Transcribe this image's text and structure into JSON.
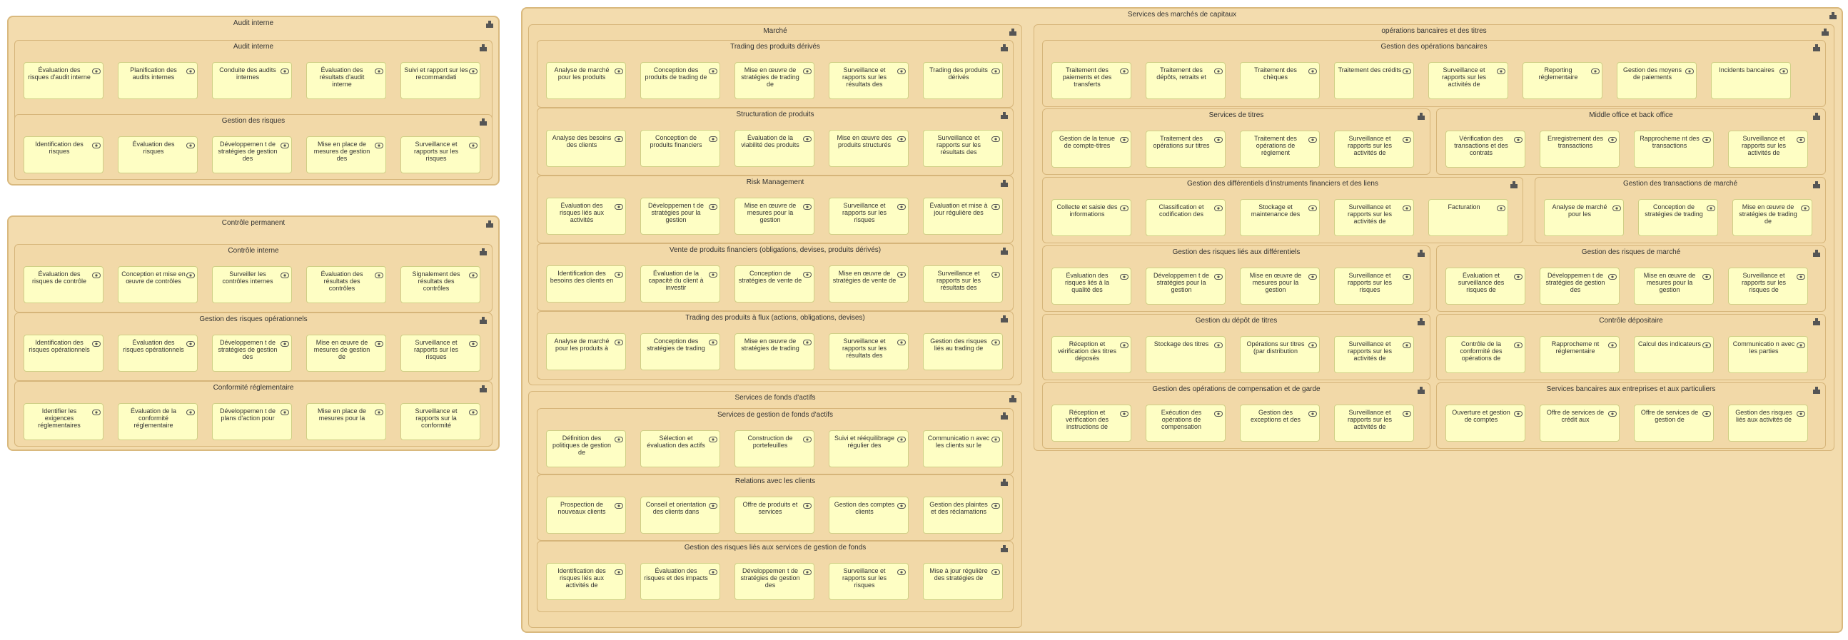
{
  "icons": {
    "group": "building-block-icon",
    "capability": "capability-icon"
  },
  "colors": {
    "group_fill": "#f3dcae",
    "group_border": "#d9b97e",
    "capability_fill": "#fefec4"
  },
  "groups": [
    {
      "id": "audit_interne",
      "title": "Audit interne"
    },
    {
      "id": "audit_interne_inner",
      "title": "Audit interne",
      "items": [
        "Évaluation des risques d'audit interne",
        "Planification des audits internes",
        "Conduite des audits internes",
        "Évaluation des résultats d'audit interne",
        "Suivi et rapport sur les recommandati"
      ]
    },
    {
      "id": "gestion_risques",
      "title": "Gestion des risques",
      "items": [
        "Identification des risques",
        "Évaluation des risques",
        "Développemen t de stratégies de gestion des",
        "Mise en place de mesures de gestion des",
        "Surveillance et rapports sur les risques"
      ]
    },
    {
      "id": "controle_permanent",
      "title": "Contrôle permanent"
    },
    {
      "id": "controle_interne",
      "title": "Contrôle interne",
      "items": [
        "Évaluation des risques de contrôle",
        "Conception et mise en œuvre de contrôles",
        "Surveiller les contrôles internes",
        "Évaluation des résultats des contrôles",
        "Signalement des résultats des contrôles"
      ]
    },
    {
      "id": "risques_operationnels",
      "title": "Gestion des risques opérationnels",
      "items": [
        "Identification des risques opérationnels",
        "Évaluation des risques opérationnels",
        "Développemen t de stratégies de gestion des",
        "Mise en œuvre de mesures de gestion de",
        "Surveillance et rapports sur les risques"
      ]
    },
    {
      "id": "conformite",
      "title": "Conformité réglementaire",
      "items": [
        "Identifier les exigences réglementaires",
        "Évaluation de la conformité réglementaire",
        "Développemen t de plans d'action pour",
        "Mise en place de mesures pour la",
        "Surveillance et rapports sur la conformité"
      ]
    },
    {
      "id": "services_marche",
      "title": "Services des marchés de capitaux"
    },
    {
      "id": "marche",
      "title": "Marché"
    },
    {
      "id": "trading_derives",
      "title": "Trading des produits dérivés",
      "items": [
        "Analyse de marché pour les produits",
        "Conception des produits de trading de",
        "Mise en œuvre de stratégies de trading de",
        "Surveillance et rapports sur les résultats des",
        "Trading des produits dérivés"
      ]
    },
    {
      "id": "structuration",
      "title": "Structuration de produits",
      "items": [
        "Analyse des besoins des clients",
        "Conception de produits financiers",
        "Évaluation de la viabilité des produits",
        "Mise en œuvre des produits structurés",
        "Surveillance et rapports sur les résultats des"
      ]
    },
    {
      "id": "risk_management",
      "title": "Risk Management",
      "items": [
        "Évaluation des risques liés aux activités",
        "Développemen t de stratégies pour la gestion",
        "Mise en œuvre de mesures pour la gestion",
        "Surveillance et rapports sur les risques",
        "Évaluation et mise à jour régulière des"
      ]
    },
    {
      "id": "vente_produits",
      "title": "Vente de produits financiers (obligations, devises, produits dérivés)",
      "items": [
        "Identification des besoins des clients en",
        "Évaluation de la capacité du client à investir",
        "Conception de stratégies de vente de",
        "Mise en œuvre de stratégies de vente de",
        "Surveillance et rapports sur les résultats des"
      ]
    },
    {
      "id": "trading_flux",
      "title": "Trading des produits à flux (actions, obligations, devises)",
      "items": [
        "Analyse de marché pour les produits à",
        "Conception des stratégies de trading",
        "Mise en œuvre de stratégies de trading",
        "Surveillance et rapports sur les résultats des",
        "Gestion des risques liés au trading de"
      ]
    },
    {
      "id": "fonds_actifs",
      "title": "Services de fonds d'actifs"
    },
    {
      "id": "gestion_fonds",
      "title": "Services de gestion de fonds d'actifs",
      "items": [
        "Définition des politiques de gestion de",
        "Sélection et évaluation des actifs",
        "Construction de portefeuilles",
        "Suivi et rééquilibrage régulier des",
        "Communicatio n avec les clients sur le"
      ]
    },
    {
      "id": "relations_clients",
      "title": "Relations avec les clients",
      "items": [
        "Prospection de nouveaux clients",
        "Conseil et orientation des clients dans",
        "Offre de produits et services",
        "Gestion des comptes clients",
        "Gestion des plaintes et des réclamations"
      ]
    },
    {
      "id": "risques_fonds",
      "title": "Gestion des risques liés aux services de gestion de fonds",
      "items": [
        "Identification des risques liés aux activités de",
        "Évaluation des risques et des impacts",
        "Développemen t de stratégies de gestion des",
        "Surveillance et rapports sur les risques",
        "Mise à jour régulière des stratégies de"
      ]
    },
    {
      "id": "ops_bancaires_titres",
      "title": "opérations bancaires et des titres"
    },
    {
      "id": "gestion_ops_bancaires",
      "title": "Gestion des opérations bancaires",
      "items": [
        "Traitement des paiements et des transferts",
        "Traitement des dépôts, retraits et",
        "Traitement des chèques",
        "Traitement des crédits",
        "Surveillance et rapports sur les activités de",
        "Reporting réglementaire",
        "Gestion des moyens de paiements",
        "Incidents bancaires"
      ]
    },
    {
      "id": "services_titres",
      "title": "Services de titres",
      "items": [
        "Gestion de la tenue de compte-titres",
        "Traitement des opérations sur titres",
        "Traitement des opérations de règlement",
        "Surveillance et rapports sur les activités de"
      ]
    },
    {
      "id": "middle_back",
      "title": "Middle office et back office",
      "items": [
        "Vérification des transactions et des contrats",
        "Enregistrement des transactions",
        "Rapprocheme nt des transactions",
        "Surveillance et rapports sur les activités de"
      ]
    },
    {
      "id": "differentiels",
      "title": "Gestion des différentiels d'instruments financiers et des liens",
      "items": [
        "Collecte et saisie des informations",
        "Classification et codification des",
        "Stockage et maintenance des",
        "Surveillance et rapports sur les activités de",
        "Facturation"
      ]
    },
    {
      "id": "transactions_marche",
      "title": "Gestion des transactions de marché",
      "items": [
        "Analyse de marché pour les",
        "Conception de stratégies de trading",
        "Mise en œuvre de stratégies de trading de"
      ]
    },
    {
      "id": "risques_differentiels",
      "title": "Gestion des risques liés aux différentiels",
      "items": [
        "Évaluation des risques liés à la qualité des",
        "Développemen t de stratégies pour la gestion",
        "Mise en œuvre de mesures pour la gestion",
        "Surveillance et rapports sur les risques"
      ]
    },
    {
      "id": "risques_marche",
      "title": "Gestion des risques de marché",
      "items": [
        "Évaluation et surveillance des risques de",
        "Développemen t de stratégies de gestion des",
        "Mise en œuvre de mesures pour la gestion",
        "Surveillance et rapports sur les risques de"
      ]
    },
    {
      "id": "depot_titres",
      "title": "Gestion du dépôt de titres",
      "items": [
        "Réception et vérification des titres déposés",
        "Stockage des titres",
        "Opérations sur titres (par distribution",
        "Surveillance et rapports sur les activités de"
      ]
    },
    {
      "id": "controle_depositaire",
      "title": "Contrôle dépositaire",
      "items": [
        "Contrôle de la conformité des opérations de",
        "Rapprocheme nt réglementaire",
        "Calcul des indicateurs",
        "Communicatio n avec les parties"
      ]
    },
    {
      "id": "compensation",
      "title": "Gestion des opérations de compensation et de garde",
      "items": [
        "Réception et vérification des instructions de",
        "Exécution des opérations de compensation",
        "Gestion des exceptions et des",
        "Surveillance et rapports sur les activités de"
      ]
    },
    {
      "id": "entreprises_particuliers",
      "title": "Services bancaires aux entreprises et aux particuliers",
      "items": [
        "Ouverture et gestion de comptes",
        "Offre de services de crédit aux",
        "Offre de services de gestion de",
        "Gestion des risques liés aux activités de"
      ]
    }
  ]
}
